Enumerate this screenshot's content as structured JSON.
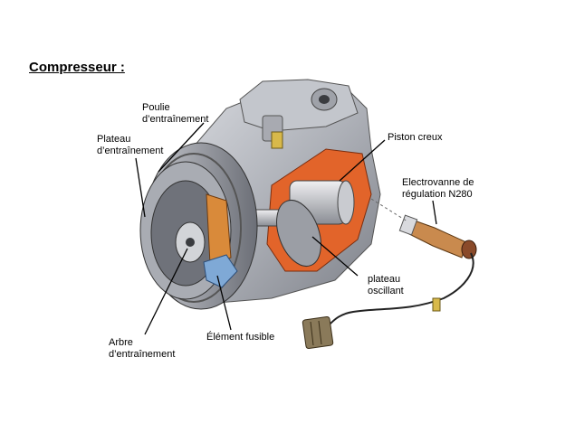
{
  "title": "Compresseur :",
  "labels": {
    "poulie": "Poulie\nd’entraînement",
    "plateau_entrainement": "Plateau\nd’entraînement",
    "piston": "Piston creux",
    "electrovanne": "Electrovanne de\nrégulation N280",
    "plateau_oscillant": "plateau\noscillant",
    "arbre": "Arbre\nd’entraînement",
    "element": "Élément fusible"
  },
  "colors": {
    "housing": "#b9bcc3",
    "cutaway": "#e2642a",
    "fuse": "#7fa9d6",
    "coil": "#d98a3a"
  }
}
